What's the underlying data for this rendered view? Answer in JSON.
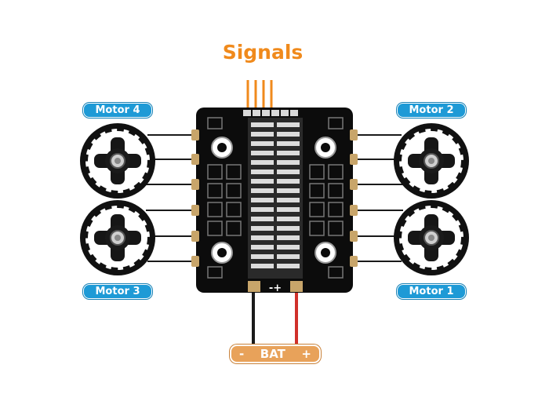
{
  "signals_label": "Signals",
  "motors": [
    {
      "id": "motor4",
      "label": "Motor 4"
    },
    {
      "id": "motor2",
      "label": "Motor 2"
    },
    {
      "id": "motor3",
      "label": "Motor 3"
    },
    {
      "id": "motor1",
      "label": "Motor 1"
    }
  ],
  "battery": {
    "label": "BAT",
    "negative": "-",
    "positive": "+"
  },
  "board": {
    "polarity_marks": "-+"
  },
  "colors": {
    "signal_wire": "#f08a1c",
    "motor_label_bg": "#1e9ad6",
    "battery_label_bg": "#e8a25a",
    "positive_wire": "#d0302a",
    "negative_wire": "#1a1a1a",
    "board": "#0c0c0c"
  }
}
